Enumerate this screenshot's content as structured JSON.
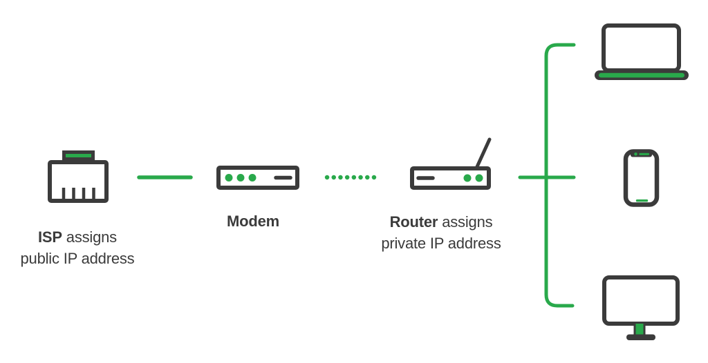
{
  "colors": {
    "accent_green": "#29A94B",
    "stroke_dark": "#3B3B3B",
    "text": "#3B3B3B",
    "background": "#FFFFFF"
  },
  "nodes": {
    "isp": {
      "icon": "ethernet-jack-icon",
      "label_bold": "ISP",
      "label_rest": " assigns",
      "label_line2": "public IP address"
    },
    "modem": {
      "icon": "modem-icon",
      "label": "Modem"
    },
    "router": {
      "icon": "wireless-router-icon",
      "label_bold": "Router",
      "label_rest": " assigns",
      "label_line2": "private IP address"
    }
  },
  "devices": [
    {
      "name": "laptop",
      "icon": "laptop-icon"
    },
    {
      "name": "smartphone",
      "icon": "smartphone-icon"
    },
    {
      "name": "desktop-monitor",
      "icon": "desktop-monitor-icon"
    }
  ],
  "connections": [
    {
      "from": "isp",
      "to": "modem",
      "style": "solid-line"
    },
    {
      "from": "modem",
      "to": "router",
      "style": "dotted-line"
    },
    {
      "from": "router",
      "to": "devices",
      "style": "solid-branch"
    }
  ]
}
